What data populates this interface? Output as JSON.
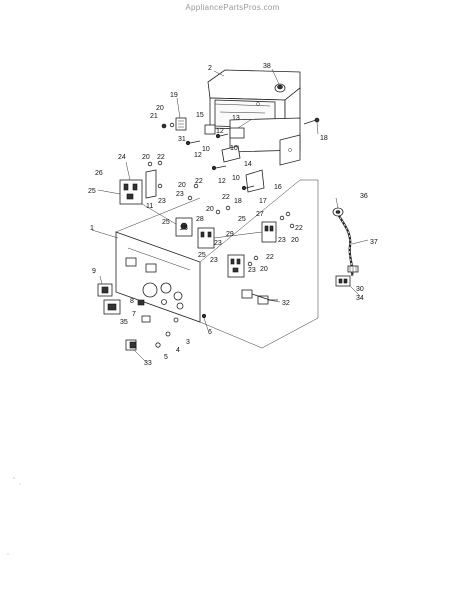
{
  "watermark": "AppliancePartsPros.com",
  "callouts": [
    {
      "id": "c2",
      "text": "2"
    },
    {
      "id": "c38",
      "text": "38"
    },
    {
      "id": "c19",
      "text": "19"
    },
    {
      "id": "c20a",
      "text": "20"
    },
    {
      "id": "c21",
      "text": "21"
    },
    {
      "id": "c31",
      "text": "31"
    },
    {
      "id": "c15",
      "text": "15"
    },
    {
      "id": "c13",
      "text": "13"
    },
    {
      "id": "c18a",
      "text": "18"
    },
    {
      "id": "c12a",
      "text": "12"
    },
    {
      "id": "c10a",
      "text": "10"
    },
    {
      "id": "c12b",
      "text": "12"
    },
    {
      "id": "c10b",
      "text": "10"
    },
    {
      "id": "c24",
      "text": "24"
    },
    {
      "id": "c20b",
      "text": "20"
    },
    {
      "id": "c22a",
      "text": "22"
    },
    {
      "id": "c14",
      "text": "14"
    },
    {
      "id": "c26",
      "text": "26"
    },
    {
      "id": "c25a",
      "text": "25"
    },
    {
      "id": "c11",
      "text": "11"
    },
    {
      "id": "c23a",
      "text": "23"
    },
    {
      "id": "c20c",
      "text": "20"
    },
    {
      "id": "c22b",
      "text": "22"
    },
    {
      "id": "c12c",
      "text": "12"
    },
    {
      "id": "c10c",
      "text": "10"
    },
    {
      "id": "c16",
      "text": "16"
    },
    {
      "id": "c23b",
      "text": "23"
    },
    {
      "id": "c22c",
      "text": "22"
    },
    {
      "id": "c18b",
      "text": "18"
    },
    {
      "id": "c17",
      "text": "17"
    },
    {
      "id": "c36",
      "text": "36"
    },
    {
      "id": "c20d",
      "text": "20"
    },
    {
      "id": "c25b",
      "text": "25"
    },
    {
      "id": "c28",
      "text": "28"
    },
    {
      "id": "c27",
      "text": "27"
    },
    {
      "id": "c25c",
      "text": "25"
    },
    {
      "id": "c25d",
      "text": "25"
    },
    {
      "id": "c23c",
      "text": "23"
    },
    {
      "id": "c22d",
      "text": "22"
    },
    {
      "id": "c37",
      "text": "37"
    },
    {
      "id": "c1",
      "text": "1"
    },
    {
      "id": "c25e",
      "text": "25"
    },
    {
      "id": "c29",
      "text": "29"
    },
    {
      "id": "c23d",
      "text": "23"
    },
    {
      "id": "c23e",
      "text": "23"
    },
    {
      "id": "c22e",
      "text": "22"
    },
    {
      "id": "c20e",
      "text": "20"
    },
    {
      "id": "c20f",
      "text": "20"
    },
    {
      "id": "c23f",
      "text": "23"
    },
    {
      "id": "c9",
      "text": "9"
    },
    {
      "id": "c30",
      "text": "30"
    },
    {
      "id": "c34",
      "text": "34"
    },
    {
      "id": "c32",
      "text": "32"
    },
    {
      "id": "c8",
      "text": "8"
    },
    {
      "id": "c7",
      "text": "7"
    },
    {
      "id": "c35",
      "text": "35"
    },
    {
      "id": "c6",
      "text": "6"
    },
    {
      "id": "c3",
      "text": "3"
    },
    {
      "id": "c4",
      "text": "4"
    },
    {
      "id": "c5",
      "text": "5"
    },
    {
      "id": "c33",
      "text": "33"
    }
  ]
}
